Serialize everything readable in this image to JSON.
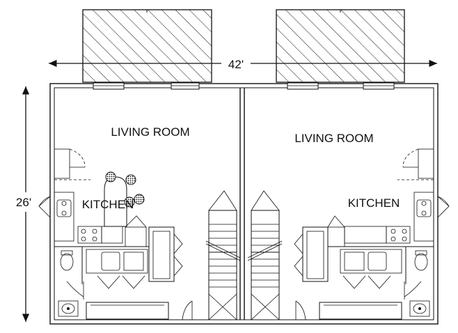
{
  "dimensions": {
    "width_label": "42'",
    "depth_label": "26'"
  },
  "units": [
    {
      "living_room_label": "LIVING ROOM",
      "kitchen_label": "KITCHEN"
    },
    {
      "living_room_label": "LIVING ROOM",
      "kitchen_label": "KITCHEN"
    }
  ],
  "colors": {
    "line": "#111111",
    "background": "#ffffff"
  }
}
